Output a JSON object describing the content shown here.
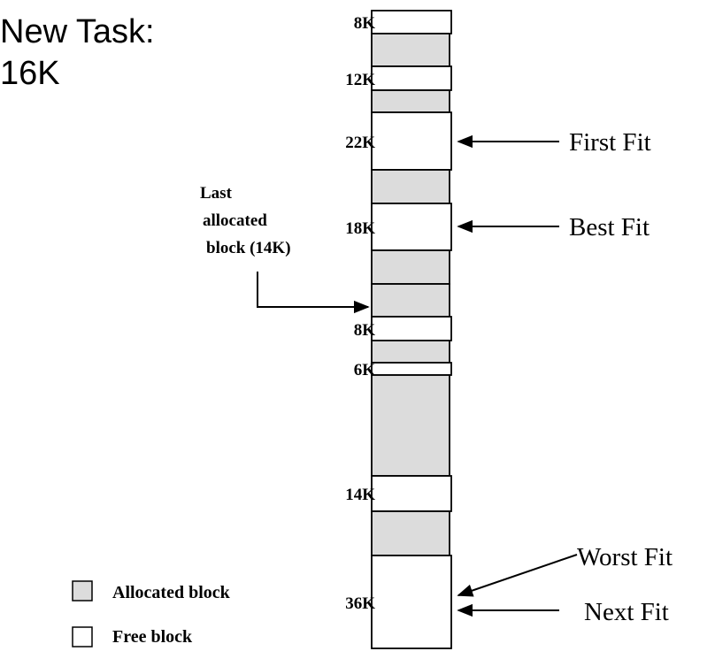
{
  "title": {
    "line1": "New Task:",
    "line2": "16K"
  },
  "colors": {
    "allocated": "#dcdcdc",
    "free": "#ffffff",
    "stroke": "#000000"
  },
  "memory_blocks": [
    {
      "type": "free",
      "label": "8K"
    },
    {
      "type": "allocated",
      "label": ""
    },
    {
      "type": "free",
      "label": "12K"
    },
    {
      "type": "allocated",
      "label": ""
    },
    {
      "type": "free",
      "label": "22K"
    },
    {
      "type": "allocated",
      "label": ""
    },
    {
      "type": "free",
      "label": "18K"
    },
    {
      "type": "allocated",
      "label": ""
    },
    {
      "type": "allocated",
      "label": ""
    },
    {
      "type": "free",
      "label": "8K"
    },
    {
      "type": "allocated",
      "label": ""
    },
    {
      "type": "free",
      "label": "6K"
    },
    {
      "type": "allocated",
      "label": ""
    },
    {
      "type": "free",
      "label": "14K"
    },
    {
      "type": "allocated",
      "label": ""
    },
    {
      "type": "free",
      "label": "36K"
    }
  ],
  "fit_labels": {
    "first_fit": "First Fit",
    "best_fit": "Best Fit",
    "worst_fit": "Worst Fit",
    "next_fit": "Next Fit"
  },
  "last_allocated_note": {
    "line1": "Last",
    "line2": "allocated",
    "line3": "block (14K)"
  },
  "legend": {
    "allocated": "Allocated block",
    "free": "Free block"
  }
}
